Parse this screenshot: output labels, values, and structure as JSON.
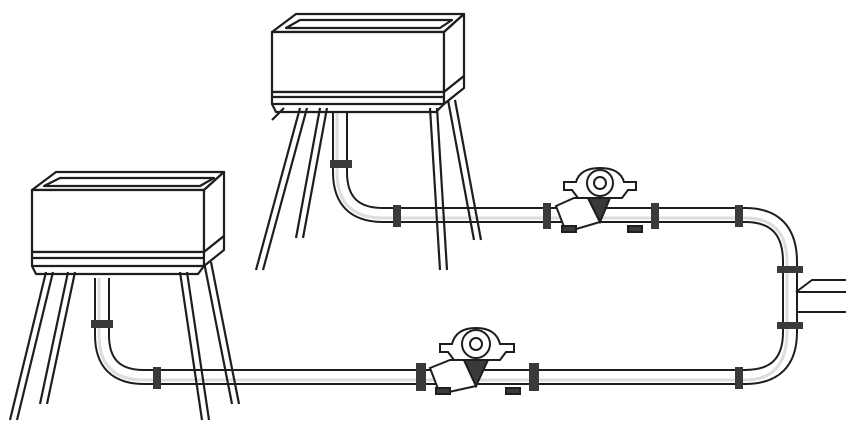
{
  "diagram": {
    "components": [
      {
        "kind": "tank",
        "icon": "tank-on-stand"
      },
      {
        "kind": "tank",
        "icon": "tank-on-stand"
      },
      {
        "kind": "pump",
        "icon": "centrifugal-pump"
      },
      {
        "kind": "pump",
        "icon": "centrifugal-pump"
      },
      {
        "kind": "pipe",
        "icon": "pipe-loop"
      },
      {
        "kind": "outlet",
        "icon": "pipe-outlet"
      }
    ],
    "colors": {
      "stroke": "#1e1e1e",
      "fill": "#ffffff",
      "coupling": "#3a3a3a",
      "pipe_shade": "#dddddd"
    }
  }
}
